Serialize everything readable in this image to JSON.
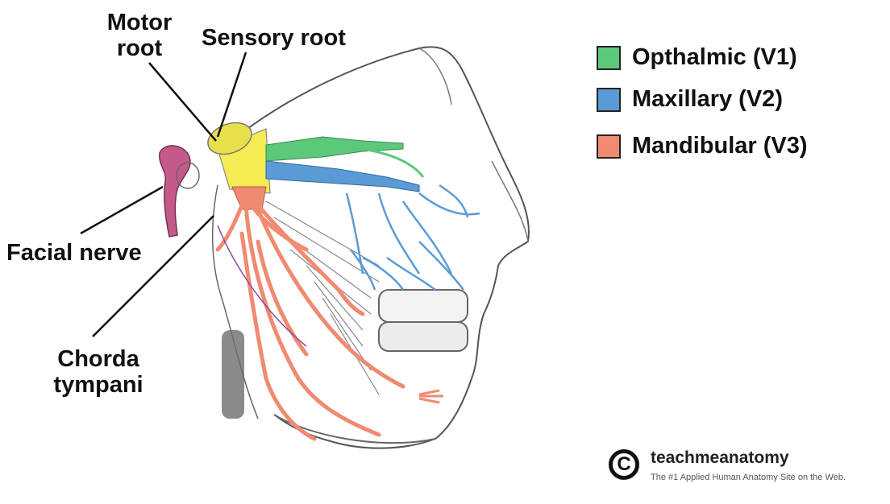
{
  "labels": {
    "motor_root": [
      "Motor",
      "root"
    ],
    "sensory_root": "Sensory root",
    "facial_nerve": "Facial nerve",
    "chorda_tympani": [
      "Chorda",
      "tympani"
    ]
  },
  "legend": [
    {
      "label": "Opthalmic (V1)",
      "color": "#5cc87a"
    },
    {
      "label": "Maxillary (V2)",
      "color": "#5b9bd5"
    },
    {
      "label": "Mandibular (V3)",
      "color": "#f08a70"
    }
  ],
  "colors": {
    "ganglion": "#f4ec52",
    "facial": "#c45a8a",
    "sketch": "#555555"
  },
  "brand": {
    "logo_glyph": "C",
    "name": "teachmeanatomy",
    "tagline": "The #1 Applied Human Anatomy Site on the Web."
  }
}
